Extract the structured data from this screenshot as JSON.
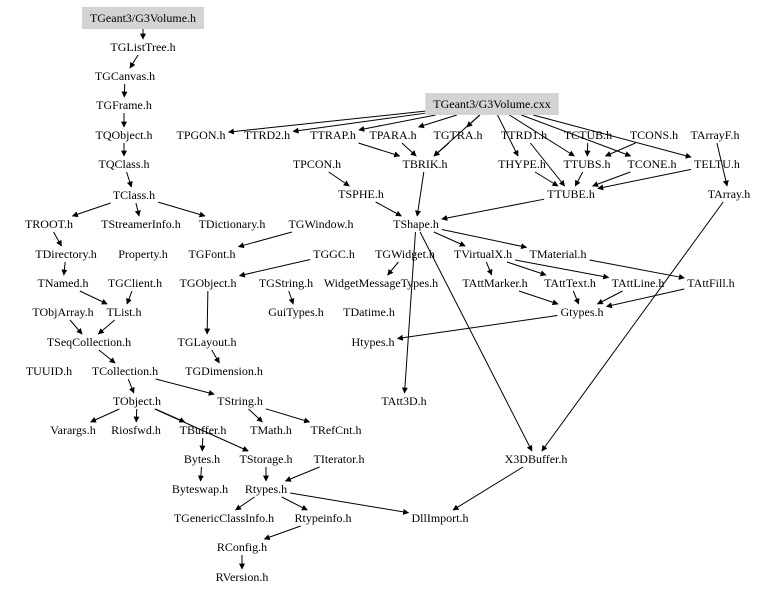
{
  "diagram": {
    "type": "include-dependency-graph",
    "colors": {
      "root_fill": "#d3d3d3",
      "background": "#ffffff",
      "edge": "#000000",
      "text": "#000000"
    },
    "nodes": [
      {
        "id": "G3Volume_h",
        "label": "TGeant3/G3Volume.h",
        "root": true
      },
      {
        "id": "G3Volume_cxx",
        "label": "TGeant3/G3Volume.cxx",
        "root": true
      },
      {
        "id": "TGListTree",
        "label": "TGListTree.h"
      },
      {
        "id": "TGCanvas",
        "label": "TGCanvas.h"
      },
      {
        "id": "TGFrame",
        "label": "TGFrame.h"
      },
      {
        "id": "TQObject",
        "label": "TQObject.h"
      },
      {
        "id": "TQClass",
        "label": "TQClass.h"
      },
      {
        "id": "TClass",
        "label": "TClass.h"
      },
      {
        "id": "TROOT",
        "label": "TROOT.h"
      },
      {
        "id": "TStreamerInfo",
        "label": "TStreamerInfo.h"
      },
      {
        "id": "TDictionary",
        "label": "TDictionary.h"
      },
      {
        "id": "TGWindow",
        "label": "TGWindow.h"
      },
      {
        "id": "TShape",
        "label": "TShape.h"
      },
      {
        "id": "TDirectory",
        "label": "TDirectory.h"
      },
      {
        "id": "Property",
        "label": "Property.h"
      },
      {
        "id": "TGFont",
        "label": "TGFont.h"
      },
      {
        "id": "TGGC",
        "label": "TGGC.h"
      },
      {
        "id": "TGWidget",
        "label": "TGWidget.h"
      },
      {
        "id": "TVirtualX",
        "label": "TVirtualX.h"
      },
      {
        "id": "TMaterial",
        "label": "TMaterial.h"
      },
      {
        "id": "TNamed",
        "label": "TNamed.h"
      },
      {
        "id": "TGClient",
        "label": "TGClient.h"
      },
      {
        "id": "TGObject",
        "label": "TGObject.h"
      },
      {
        "id": "TGString",
        "label": "TGString.h"
      },
      {
        "id": "WidgetMessageTypes",
        "label": "WidgetMessageTypes.h"
      },
      {
        "id": "TAttMarker",
        "label": "TAttMarker.h"
      },
      {
        "id": "TAttText",
        "label": "TAttText.h"
      },
      {
        "id": "TAttLine",
        "label": "TAttLine.h"
      },
      {
        "id": "TAttFill",
        "label": "TAttFill.h"
      },
      {
        "id": "TObjArray",
        "label": "TObjArray.h"
      },
      {
        "id": "TList",
        "label": "TList.h"
      },
      {
        "id": "GuiTypes",
        "label": "GuiTypes.h"
      },
      {
        "id": "TDatime",
        "label": "TDatime.h"
      },
      {
        "id": "Gtypes",
        "label": "Gtypes.h"
      },
      {
        "id": "TSeqCollection",
        "label": "TSeqCollection.h"
      },
      {
        "id": "TGLayout",
        "label": "TGLayout.h"
      },
      {
        "id": "Htypes",
        "label": "Htypes.h"
      },
      {
        "id": "TUUID",
        "label": "TUUID.h"
      },
      {
        "id": "TCollection",
        "label": "TCollection.h"
      },
      {
        "id": "TGDimension",
        "label": "TGDimension.h"
      },
      {
        "id": "TObject",
        "label": "TObject.h"
      },
      {
        "id": "TString",
        "label": "TString.h"
      },
      {
        "id": "TAtt3D",
        "label": "TAtt3D.h"
      },
      {
        "id": "Varargs",
        "label": "Varargs.h"
      },
      {
        "id": "Riosfwd",
        "label": "Riosfwd.h"
      },
      {
        "id": "TBuffer",
        "label": "TBuffer.h"
      },
      {
        "id": "TMath",
        "label": "TMath.h"
      },
      {
        "id": "TRefCnt",
        "label": "TRefCnt.h"
      },
      {
        "id": "Bytes",
        "label": "Bytes.h"
      },
      {
        "id": "TStorage",
        "label": "TStorage.h"
      },
      {
        "id": "TIterator",
        "label": "TIterator.h"
      },
      {
        "id": "X3DBuffer",
        "label": "X3DBuffer.h"
      },
      {
        "id": "Byteswap",
        "label": "Byteswap.h"
      },
      {
        "id": "Rtypes",
        "label": "Rtypes.h"
      },
      {
        "id": "TGenericClassInfo",
        "label": "TGenericClassInfo.h"
      },
      {
        "id": "Rtypeinfo",
        "label": "Rtypeinfo.h"
      },
      {
        "id": "DllImport",
        "label": "DllImport.h"
      },
      {
        "id": "RConfig",
        "label": "RConfig.h"
      },
      {
        "id": "RVersion",
        "label": "RVersion.h"
      },
      {
        "id": "TPGON",
        "label": "TPGON.h"
      },
      {
        "id": "TTRD2",
        "label": "TTRD2.h"
      },
      {
        "id": "TTRAP",
        "label": "TTRAP.h"
      },
      {
        "id": "TPARA",
        "label": "TPARA.h"
      },
      {
        "id": "TGTRA",
        "label": "TGTRA.h"
      },
      {
        "id": "TTRD1",
        "label": "TTRD1.h"
      },
      {
        "id": "TCTUB",
        "label": "TCTUB.h"
      },
      {
        "id": "TCONS",
        "label": "TCONS.h"
      },
      {
        "id": "TArrayF",
        "label": "TArrayF.h"
      },
      {
        "id": "TPCON",
        "label": "TPCON.h"
      },
      {
        "id": "TBRIK",
        "label": "TBRIK.h"
      },
      {
        "id": "THYPE",
        "label": "THYPE.h"
      },
      {
        "id": "TTUBS",
        "label": "TTUBS.h"
      },
      {
        "id": "TCONE",
        "label": "TCONE.h"
      },
      {
        "id": "TELTU",
        "label": "TELTU.h"
      },
      {
        "id": "TSPHE",
        "label": "TSPHE.h"
      },
      {
        "id": "TTUBE",
        "label": "TTUBE.h"
      },
      {
        "id": "TArray",
        "label": "TArray.h"
      }
    ],
    "edges": [
      [
        "G3Volume_h",
        "TGListTree"
      ],
      [
        "G3Volume_h",
        "TGeant3_cxx_placeholder"
      ],
      [
        "TGListTree",
        "TGCanvas"
      ],
      [
        "TGCanvas",
        "TGFrame"
      ],
      [
        "TGFrame",
        "TQObject"
      ],
      [
        "TQObject",
        "TQClass"
      ],
      [
        "TQClass",
        "TClass"
      ],
      [
        "TClass",
        "TROOT"
      ],
      [
        "TClass",
        "TStreamerInfo"
      ],
      [
        "TClass",
        "TDictionary"
      ],
      [
        "TROOT",
        "TDirectory"
      ],
      [
        "TDirectory",
        "TNamed"
      ],
      [
        "TNamed",
        "TList"
      ],
      [
        "TObjArray",
        "TSeqCollection"
      ],
      [
        "TList",
        "TSeqCollection"
      ],
      [
        "TSeqCollection",
        "TCollection"
      ],
      [
        "TCollection",
        "TObject"
      ],
      [
        "TCollection",
        "TString"
      ],
      [
        "TObject",
        "Varargs"
      ],
      [
        "TObject",
        "Riosfwd"
      ],
      [
        "TObject",
        "TBuffer"
      ],
      [
        "TObject",
        "TStorage"
      ],
      [
        "TString",
        "TMath"
      ],
      [
        "TString",
        "TRefCnt"
      ],
      [
        "TBuffer",
        "Bytes"
      ],
      [
        "Bytes",
        "Byteswap"
      ],
      [
        "TStorage",
        "Rtypes"
      ],
      [
        "TIterator",
        "Rtypes"
      ],
      [
        "Rtypes",
        "TGenericClassInfo"
      ],
      [
        "Rtypes",
        "Rtypeinfo"
      ],
      [
        "Rtypes",
        "DllImport"
      ],
      [
        "Rtypeinfo",
        "RConfig"
      ],
      [
        "RConfig",
        "RVersion"
      ],
      [
        "X3DBuffer",
        "DllImport"
      ],
      [
        "G3Volume_cxx",
        "TPGON"
      ],
      [
        "G3Volume_cxx",
        "TTRD2"
      ],
      [
        "G3Volume_cxx",
        "TTRAP"
      ],
      [
        "G3Volume_cxx",
        "TPARA"
      ],
      [
        "G3Volume_cxx",
        "TGTRA"
      ],
      [
        "G3Volume_cxx",
        "TBRIK"
      ],
      [
        "G3Volume_cxx",
        "THYPE"
      ],
      [
        "G3Volume_cxx",
        "TTUBS"
      ],
      [
        "G3Volume_cxx",
        "TELTU"
      ],
      [
        "G3Volume_cxx",
        "TCONE"
      ],
      [
        "TPARA",
        "TBRIK"
      ],
      [
        "TGTRA",
        "TBRIK"
      ],
      [
        "TTRAP",
        "TBRIK"
      ],
      [
        "TCTUB",
        "TTUBS"
      ],
      [
        "TCONS",
        "TTUBS"
      ],
      [
        "TArrayF",
        "TArray"
      ],
      [
        "THYPE",
        "TTUBE"
      ],
      [
        "TTUBS",
        "TTUBE"
      ],
      [
        "TCONE",
        "TTUBE"
      ],
      [
        "TELTU",
        "TTUBE"
      ],
      [
        "TTRD1",
        "TTUBE"
      ],
      [
        "TTUBE",
        "TShape"
      ],
      [
        "TSPHE",
        "TShape"
      ],
      [
        "TBRIK",
        "TShape"
      ],
      [
        "TPCON",
        "TSPHE"
      ],
      [
        "TShape",
        "TMaterial"
      ],
      [
        "TShape",
        "TVirtualX"
      ],
      [
        "TShape",
        "TAtt3D"
      ],
      [
        "TShape",
        "X3DBuffer"
      ],
      [
        "TMaterial",
        "TAttFill"
      ],
      [
        "TVirtualX",
        "TAttMarker"
      ],
      [
        "TVirtualX",
        "TAttText"
      ],
      [
        "TVirtualX",
        "TAttLine"
      ],
      [
        "TAttText",
        "Gtypes"
      ],
      [
        "TAttLine",
        "Gtypes"
      ],
      [
        "TAttFill",
        "Gtypes"
      ],
      [
        "TAttMarker",
        "Gtypes"
      ],
      [
        "Gtypes",
        "Htypes"
      ],
      [
        "TGWidget",
        "WidgetMessageTypes"
      ],
      [
        "TGString",
        "GuiTypes"
      ],
      [
        "TGGC",
        "TGObject"
      ],
      [
        "TGObject",
        "TGLayout"
      ],
      [
        "TGLayout",
        "TGDimension"
      ],
      [
        "TGWindow",
        "TGFont"
      ],
      [
        "TGClient",
        "TList"
      ],
      [
        "TArray",
        "X3DBuffer"
      ]
    ]
  }
}
